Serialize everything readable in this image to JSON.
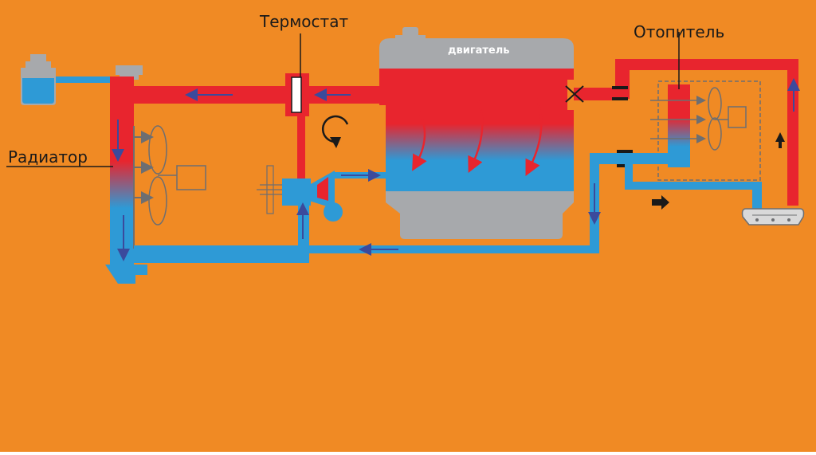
{
  "labels": {
    "thermostat": "Термостат",
    "heater": "Отопитель",
    "radiator": "Радиатор",
    "engine": "двигатель"
  },
  "colors": {
    "background": "#f08a24",
    "hot": "#e8252e",
    "cold": "#2e9ad6",
    "engine_body": "#a7a9ac",
    "flow_arrow": "#3b4a9c",
    "line": "#6d6e71"
  }
}
